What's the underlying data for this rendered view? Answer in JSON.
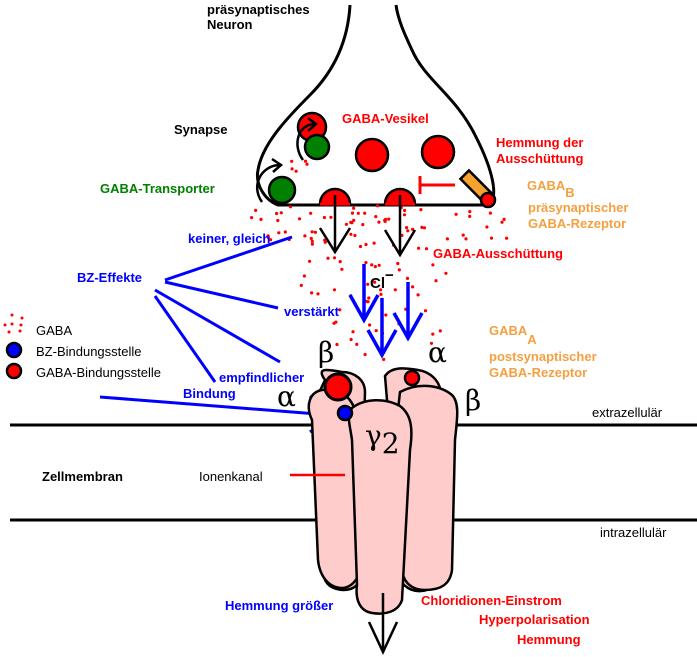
{
  "colors": {
    "black": "#000000",
    "red": "#ff0000",
    "green": "#008000",
    "blue": "#0000ff",
    "orange": "#f5a040",
    "receptor_fill": "#ffcccc",
    "receptor_orange": "#f7a12e"
  },
  "labels": {
    "presynaptic_neuron_line1": "präsynaptisches",
    "presynaptic_neuron_line2": "Neuron",
    "synapse": "Synapse",
    "gaba_vesicle": "GABA-Vesikel",
    "inhibition_release_line1": "Hemmung der",
    "inhibition_release_line2": "Ausschüttung",
    "gaba_transporter": "GABA-Transporter",
    "gabab_main": "GABA",
    "gabab_sub": "B",
    "gabab_line2": "präsynaptischer",
    "gabab_line3": "GABA-Rezeptor",
    "no_effect": "keiner, gleich",
    "gaba_release": "GABA-Ausschüttung",
    "bz_effects": "BZ-Effekte",
    "chloride": "Cl",
    "chloride_charge": "−",
    "enhanced": "verstärkt",
    "gabaa_main": "GABA",
    "gabaa_sub": "A",
    "gabaa_line2": "postsynaptischer",
    "gabaa_line3": "GABA-Rezeptor",
    "more_sensitive": "empfindlicher",
    "binding": "Bindung",
    "extracellular": "extrazellulär",
    "cell_membrane": "Zellmembran",
    "ion_channel": "Ionenkanal",
    "intracellular": "intrazellulär",
    "greater_inhibition": "Hemmung größer",
    "chloride_influx": "Chloridionen-Einstrom",
    "hyperpolarisation": "Hyperpolarisation",
    "inhibition": "Hemmung"
  },
  "legend": [
    {
      "icon": "gaba-dots-icon",
      "label": "GABA"
    },
    {
      "icon": "bz-binding-site-icon",
      "label": "BZ-Bindungsstelle"
    },
    {
      "icon": "gaba-binding-site-icon",
      "label": "GABA-Bindungsstelle"
    }
  ],
  "subunits": {
    "beta_left": "β",
    "alpha_right": "α",
    "alpha_left": "α",
    "beta_right": "β",
    "gamma": "γ",
    "gamma_sub": "2"
  }
}
